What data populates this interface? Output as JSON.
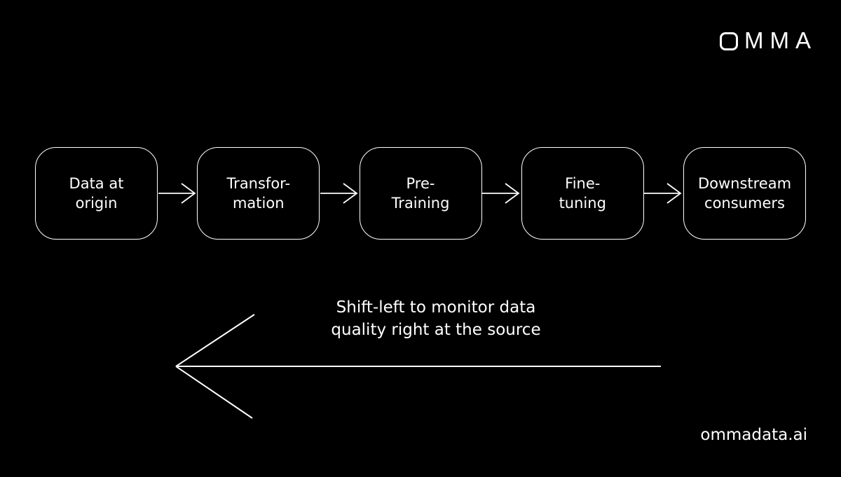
{
  "brand": {
    "logo_o_glyph": "O",
    "logo_rest": "MMA",
    "website": "ommadata.ai"
  },
  "pipeline": {
    "stages": [
      {
        "label": "Data at\norigin"
      },
      {
        "label": "Transfor-\nmation"
      },
      {
        "label": "Pre-\nTraining"
      },
      {
        "label": "Fine-\ntuning"
      },
      {
        "label": "Downstream\nconsumers"
      }
    ]
  },
  "annotation": {
    "caption": "Shift-left to monitor data\nquality right at the source"
  },
  "colors": {
    "background": "#000000",
    "foreground": "#ffffff"
  }
}
